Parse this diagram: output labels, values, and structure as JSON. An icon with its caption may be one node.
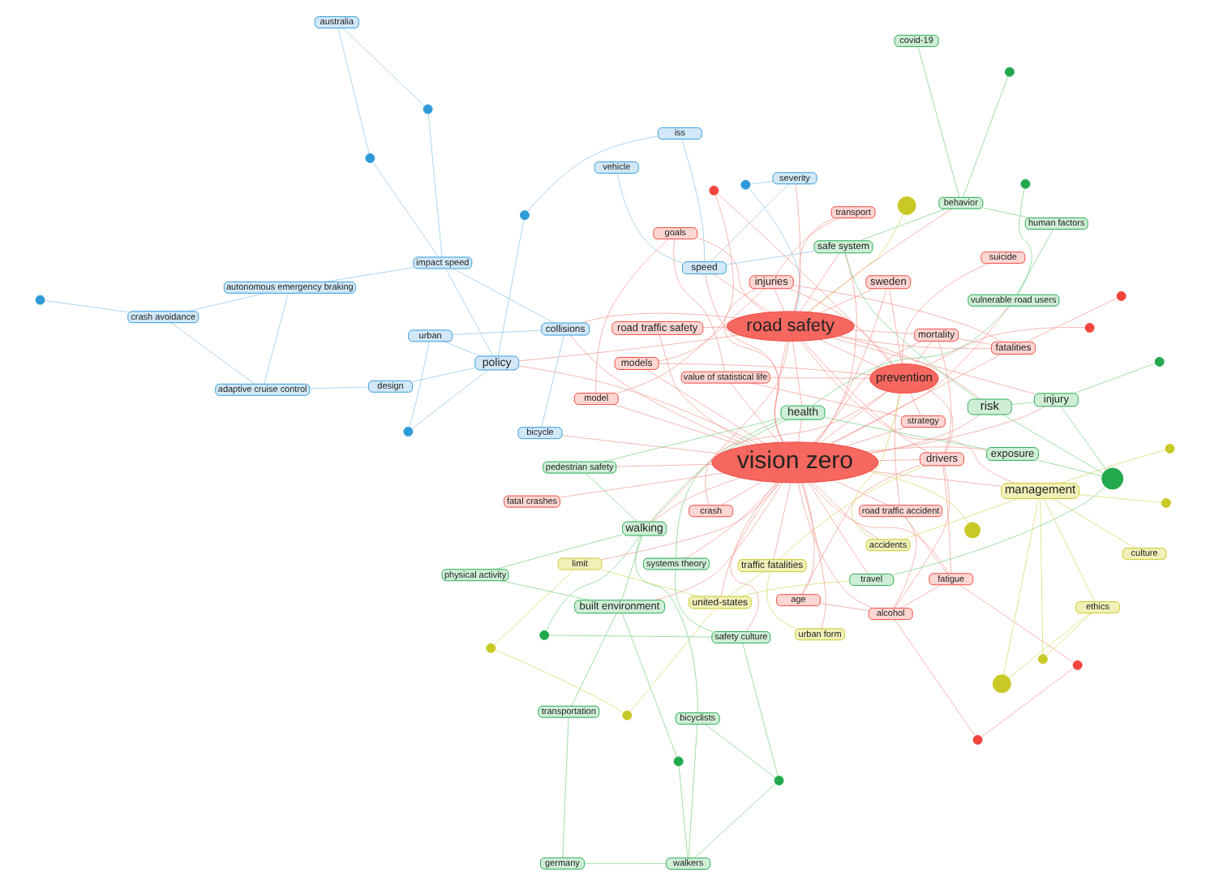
{
  "diagram": {
    "nodes": [
      {
        "text": [
          "fatal crashes"
        ]
      },
      {
        "text": [],
        "shape": "circle"
      },
      {
        "text": [
          "fatigue"
        ]
      },
      {
        "text": [
          "germany"
        ]
      },
      {
        "text": [
          "age"
        ]
      },
      {
        "text": [
          "alcohol"
        ]
      },
      {
        "text": [],
        "shape": "circle"
      },
      {
        "text": [
          "walkers"
        ]
      },
      {
        "text": [
          "transportation"
        ]
      },
      {
        "text": [
          "united-states"
        ]
      },
      {
        "text": [],
        "shape": "circle"
      },
      {
        "text": [],
        "shape": "circle"
      },
      {
        "text": [],
        "shape": "circle"
      },
      {
        "text": [
          "road traffic accident"
        ]
      },
      {
        "text": [
          "limit"
        ]
      },
      {
        "text": [
          "built environment"
        ]
      },
      {
        "text": [
          "safety culture"
        ]
      },
      {
        "text": [
          "bicyclists"
        ]
      },
      {
        "text": [],
        "shape": "circle"
      },
      {
        "text": [],
        "shape": "circle"
      },
      {
        "text": [
          "traffic fatalities"
        ]
      },
      {
        "text": [
          "physical activity"
        ]
      },
      {
        "text": [
          "systems theory"
        ]
      },
      {
        "text": [
          "walking"
        ]
      },
      {
        "text": [
          "travel"
        ]
      },
      {
        "text": [
          "drivers"
        ]
      },
      {
        "text": [
          "urban form"
        ]
      },
      {
        "text": [
          "pedestrian safety"
        ]
      },
      {
        "text": [],
        "shape": "circle"
      },
      {
        "text": [
          "vision zero"
        ]
      },
      {
        "text": [
          "exposure"
        ]
      },
      {
        "text": [],
        "shape": "circle"
      },
      {
        "text": [
          "health"
        ]
      },
      {
        "text": [],
        "shape": "circle"
      },
      {
        "text": [
          "road traffic safety"
        ]
      },
      {
        "text": [
          "ethics"
        ]
      },
      {
        "text": [
          "severity"
        ]
      },
      {
        "text": [],
        "shape": "circle"
      },
      {
        "text": [],
        "shape": "circle"
      },
      {
        "text": [],
        "shape": "circle"
      },
      {
        "text": [
          "road safety"
        ]
      },
      {
        "text": [
          "mortality"
        ]
      },
      {
        "text": [],
        "shape": "circle"
      },
      {
        "text": [],
        "shape": "circle"
      },
      {
        "text": [
          "vulnerable road users"
        ]
      },
      {
        "text": [
          "injury"
        ]
      },
      {
        "text": [
          "management"
        ]
      },
      {
        "text": [],
        "shape": "circle"
      },
      {
        "text": [],
        "shape": "circle"
      },
      {
        "text": [
          "sweden"
        ]
      },
      {
        "text": [
          "vehicle"
        ]
      },
      {
        "text": [],
        "shape": "circle"
      },
      {
        "text": [
          "human factors"
        ]
      },
      {
        "text": [
          "fatalities"
        ]
      },
      {
        "text": [
          "risk"
        ]
      },
      {
        "text": [
          "speed"
        ]
      },
      {
        "text": [
          "culture"
        ]
      },
      {
        "text": [
          "injuries"
        ]
      },
      {
        "text": [
          "iss"
        ]
      },
      {
        "text": [
          "accidents"
        ]
      },
      {
        "text": [
          "transport"
        ]
      },
      {
        "text": [
          "models"
        ]
      },
      {
        "text": [],
        "shape": "circle"
      },
      {
        "text": [
          "behavior"
        ]
      },
      {
        "text": [],
        "shape": "circle"
      },
      {
        "text": [],
        "shape": "circle"
      },
      {
        "text": [
          "urban"
        ]
      },
      {
        "text": [
          "safe system"
        ]
      },
      {
        "text": [
          "model"
        ]
      },
      {
        "text": [
          "covid-19"
        ]
      },
      {
        "text": [],
        "shape": "circle"
      },
      {
        "text": [
          "suicide"
        ]
      },
      {
        "text": [
          "policy"
        ]
      },
      {
        "text": [],
        "shape": "circle"
      },
      {
        "text": [
          "prevention"
        ]
      },
      {
        "text": [
          "crash"
        ]
      },
      {
        "text": [
          "design"
        ]
      },
      {
        "text": [
          "bicycle"
        ]
      },
      {
        "text": [
          "goals"
        ]
      },
      {
        "text": [
          "strategy"
        ]
      },
      {
        "text": [
          "collisions"
        ]
      },
      {
        "text": [
          "impact speed"
        ]
      },
      {
        "text": [],
        "shape": "circle"
      },
      {
        "text": [
          "adaptive cruise control"
        ]
      },
      {
        "text": [],
        "shape": "circle"
      },
      {
        "text": [
          "australia"
        ]
      },
      {
        "text": [
          "value of statistical life"
        ]
      },
      {
        "text": [
          "autonomous emergency braking"
        ]
      },
      {
        "text": [
          "crash avoidance"
        ]
      },
      {
        "text": [],
        "shape": "circle"
      }
    ],
    "edges": [
      {
        "from": 29,
        "to": 0,
        "arrow": "none"
      },
      {
        "from": 29,
        "to": 2,
        "arrow": "none"
      },
      {
        "from": 29,
        "to": 4,
        "arrow": "none"
      },
      {
        "from": 29,
        "to": 5,
        "arrow": "none"
      },
      {
        "from": 29,
        "to": 13,
        "arrow": "none"
      },
      {
        "from": 29,
        "to": 25,
        "arrow": "none"
      },
      {
        "from": 29,
        "to": 20,
        "arrow": "none"
      },
      {
        "from": 29,
        "to": 9,
        "arrow": "none"
      },
      {
        "from": 29,
        "to": 14,
        "arrow": "none"
      },
      {
        "from": 29,
        "to": 26,
        "arrow": "none"
      },
      {
        "from": 29,
        "to": 34,
        "arrow": "none"
      },
      {
        "from": 29,
        "to": 46,
        "arrow": "none"
      },
      {
        "from": 29,
        "to": 41,
        "arrow": "none"
      },
      {
        "from": 29,
        "to": 49,
        "arrow": "none"
      },
      {
        "from": 29,
        "to": 53,
        "arrow": "none"
      },
      {
        "from": 29,
        "to": 57,
        "arrow": "none"
      },
      {
        "from": 29,
        "to": 61,
        "arrow": "none"
      },
      {
        "from": 29,
        "to": 74,
        "arrow": "none"
      },
      {
        "from": 29,
        "to": 75,
        "arrow": "none"
      },
      {
        "from": 29,
        "to": 79,
        "arrow": "none"
      },
      {
        "from": 29,
        "to": 86,
        "arrow": "none"
      },
      {
        "from": 29,
        "to": 23,
        "arrow": "none"
      },
      {
        "from": 29,
        "to": 32,
        "arrow": "none"
      },
      {
        "from": 29,
        "to": 30,
        "arrow": "none"
      },
      {
        "from": 29,
        "to": 15,
        "arrow": "none"
      },
      {
        "from": 29,
        "to": 27,
        "arrow": "none"
      },
      {
        "from": 29,
        "to": 45,
        "arrow": "none"
      },
      {
        "from": 29,
        "to": 54,
        "arrow": "none"
      },
      {
        "from": 29,
        "to": 55,
        "arrow": "none"
      },
      {
        "from": 29,
        "to": 67,
        "arrow": "none"
      },
      {
        "from": 29,
        "to": 72,
        "arrow": "none"
      },
      {
        "from": 29,
        "to": 80,
        "arrow": "none"
      },
      {
        "from": 29,
        "to": 77,
        "arrow": "none"
      },
      {
        "from": 29,
        "to": 44,
        "arrow": "none"
      },
      {
        "from": 29,
        "to": 16,
        "arrow": "none"
      },
      {
        "from": 29,
        "to": 22,
        "arrow": "none"
      },
      {
        "from": 29,
        "to": 40,
        "arrow": "none"
      },
      {
        "from": 29,
        "to": 59,
        "arrow": "none"
      },
      {
        "from": 29,
        "to": 68,
        "arrow": "none"
      },
      {
        "from": 29,
        "to": 24,
        "arrow": "none"
      },
      {
        "from": 40,
        "to": 25,
        "arrow": "none"
      },
      {
        "from": 40,
        "to": 53,
        "arrow": "none"
      },
      {
        "from": 40,
        "to": 57,
        "arrow": "none"
      },
      {
        "from": 40,
        "to": 74,
        "arrow": "none"
      },
      {
        "from": 40,
        "to": 54,
        "arrow": "none"
      },
      {
        "from": 40,
        "to": 45,
        "arrow": "none"
      },
      {
        "from": 40,
        "to": 32,
        "arrow": "none"
      },
      {
        "from": 40,
        "to": 23,
        "arrow": "none"
      },
      {
        "from": 40,
        "to": 72,
        "arrow": "none"
      },
      {
        "from": 40,
        "to": 67,
        "arrow": "none"
      },
      {
        "from": 40,
        "to": 55,
        "arrow": "none"
      },
      {
        "from": 40,
        "to": 80,
        "arrow": "none"
      },
      {
        "from": 40,
        "to": 34,
        "arrow": "none"
      },
      {
        "from": 40,
        "to": 46,
        "arrow": "none"
      },
      {
        "from": 40,
        "to": 41,
        "arrow": "none"
      },
      {
        "from": 40,
        "to": 49,
        "arrow": "none"
      },
      {
        "from": 40,
        "to": 60,
        "arrow": "none"
      },
      {
        "from": 40,
        "to": 78,
        "arrow": "none"
      },
      {
        "from": 40,
        "to": 36,
        "arrow": "none"
      },
      {
        "from": 40,
        "to": 63,
        "arrow": "none"
      },
      {
        "from": 1,
        "to": 2,
        "arrow": "none"
      },
      {
        "from": 2,
        "to": 5,
        "arrow": "none"
      },
      {
        "from": 5,
        "to": 6,
        "arrow": "none"
      },
      {
        "from": 1,
        "to": 6,
        "arrow": "none"
      },
      {
        "from": 4,
        "to": 5,
        "arrow": "none"
      },
      {
        "from": 2,
        "to": 13,
        "arrow": "none"
      },
      {
        "from": 5,
        "to": 13,
        "arrow": "none"
      },
      {
        "from": 4,
        "to": 25,
        "arrow": "none"
      },
      {
        "from": 5,
        "to": 25,
        "arrow": "none"
      },
      {
        "from": 2,
        "to": 25,
        "arrow": "none"
      },
      {
        "from": 25,
        "to": 41,
        "arrow": "none"
      },
      {
        "from": 25,
        "to": 74,
        "arrow": "none"
      },
      {
        "from": 41,
        "to": 74,
        "arrow": "none"
      },
      {
        "from": 49,
        "to": 74,
        "arrow": "none"
      },
      {
        "from": 61,
        "to": 74,
        "arrow": "none"
      },
      {
        "from": 62,
        "to": 74,
        "arrow": "none"
      },
      {
        "from": 71,
        "to": 74,
        "arrow": "none"
      },
      {
        "from": 74,
        "to": 79,
        "arrow": "none"
      },
      {
        "from": 74,
        "to": 86,
        "arrow": "none"
      },
      {
        "from": 79,
        "to": 86,
        "arrow": "none"
      },
      {
        "from": 75,
        "to": 74,
        "arrow": "none"
      },
      {
        "from": 78,
        "to": 86,
        "arrow": "none"
      },
      {
        "from": 57,
        "to": 74,
        "arrow": "none"
      },
      {
        "from": 57,
        "to": 53,
        "arrow": "none"
      },
      {
        "from": 53,
        "to": 41,
        "arrow": "none"
      },
      {
        "from": 60,
        "to": 57,
        "arrow": "none"
      },
      {
        "from": 68,
        "to": 57,
        "arrow": "none"
      },
      {
        "from": 70,
        "to": 74,
        "arrow": "none"
      },
      {
        "from": 13,
        "to": 74,
        "arrow": "none"
      },
      {
        "from": 51,
        "to": 53,
        "arrow": "none"
      },
      {
        "from": 61,
        "to": 62,
        "arrow": "none"
      },
      {
        "from": 68,
        "to": 78,
        "arrow": "none"
      },
      {
        "from": 9,
        "to": 14,
        "arrow": "none",
        "color": "#d4d65c"
      },
      {
        "from": 9,
        "to": 10,
        "arrow": "none",
        "color": "#d4d65c"
      },
      {
        "from": 10,
        "to": 18,
        "arrow": "none",
        "color": "#d4d65c"
      },
      {
        "from": 14,
        "to": 18,
        "arrow": "none",
        "color": "#d4d65c"
      },
      {
        "from": 9,
        "to": 20,
        "arrow": "none",
        "color": "#d4d65c"
      },
      {
        "from": 20,
        "to": 26,
        "arrow": "none",
        "color": "#d4d65c"
      },
      {
        "from": 33,
        "to": 46,
        "arrow": "none",
        "color": "#d4d65c"
      },
      {
        "from": 33,
        "to": 35,
        "arrow": "none",
        "color": "#d4d65c"
      },
      {
        "from": 46,
        "to": 35,
        "arrow": "none",
        "color": "#d4d65c"
      },
      {
        "from": 46,
        "to": 38,
        "arrow": "none",
        "color": "#d4d65c"
      },
      {
        "from": 46,
        "to": 47,
        "arrow": "none",
        "color": "#d4d65c"
      },
      {
        "from": 46,
        "to": 48,
        "arrow": "none",
        "color": "#d4d65c"
      },
      {
        "from": 46,
        "to": 56,
        "arrow": "none",
        "color": "#d4d65c"
      },
      {
        "from": 46,
        "to": 59,
        "arrow": "none",
        "color": "#d4d65c"
      },
      {
        "from": 35,
        "to": 38,
        "arrow": "none",
        "color": "#d4d65c"
      },
      {
        "from": 59,
        "to": 74,
        "arrow": "none",
        "color": "#d4d65c"
      },
      {
        "from": 20,
        "to": 25,
        "arrow": "none",
        "color": "#d4d65c"
      },
      {
        "from": 31,
        "to": 29,
        "arrow": "none",
        "color": "#d4d65c"
      },
      {
        "from": 37,
        "to": 40,
        "arrow": "none",
        "color": "#d4d65c"
      },
      {
        "from": 9,
        "to": 24,
        "arrow": "none",
        "color": "#d4d65c"
      },
      {
        "from": 7,
        "to": 3,
        "arrow": "none",
        "color": "#6fcf7f"
      },
      {
        "from": 7,
        "to": 11,
        "arrow": "none",
        "color": "#6fcf7f"
      },
      {
        "from": 7,
        "to": 17,
        "arrow": "none",
        "color": "#6fcf7f"
      },
      {
        "from": 3,
        "to": 8,
        "arrow": "none",
        "color": "#6fcf7f"
      },
      {
        "from": 8,
        "to": 15,
        "arrow": "none",
        "color": "#6fcf7f"
      },
      {
        "from": 11,
        "to": 15,
        "arrow": "none",
        "color": "#6fcf7f"
      },
      {
        "from": 15,
        "to": 23,
        "arrow": "none",
        "color": "#6fcf7f"
      },
      {
        "from": 23,
        "to": 17,
        "arrow": "none",
        "color": "#6fcf7f"
      },
      {
        "from": 23,
        "to": 27,
        "arrow": "none",
        "color": "#6fcf7f"
      },
      {
        "from": 23,
        "to": 32,
        "arrow": "none",
        "color": "#6fcf7f"
      },
      {
        "from": 32,
        "to": 27,
        "arrow": "none",
        "color": "#6fcf7f"
      },
      {
        "from": 32,
        "to": 30,
        "arrow": "none",
        "color": "#6fcf7f"
      },
      {
        "from": 30,
        "to": 28,
        "arrow": "none",
        "color": "#6fcf7f"
      },
      {
        "from": 28,
        "to": 45,
        "arrow": "none",
        "color": "#6fcf7f"
      },
      {
        "from": 21,
        "to": 15,
        "arrow": "none",
        "color": "#6fcf7f"
      },
      {
        "from": 21,
        "to": 23,
        "arrow": "none",
        "color": "#6fcf7f"
      },
      {
        "from": 24,
        "to": 28,
        "arrow": "none",
        "color": "#6fcf7f"
      },
      {
        "from": 16,
        "to": 12,
        "arrow": "none",
        "color": "#6fcf7f"
      },
      {
        "from": 16,
        "to": 19,
        "arrow": "none",
        "color": "#6fcf7f"
      },
      {
        "from": 16,
        "to": 22,
        "arrow": "none",
        "color": "#6fcf7f"
      },
      {
        "from": 12,
        "to": 17,
        "arrow": "none",
        "color": "#6fcf7f"
      },
      {
        "from": 22,
        "to": 32,
        "arrow": "none",
        "color": "#6fcf7f"
      },
      {
        "from": 19,
        "to": 23,
        "arrow": "none",
        "color": "#6fcf7f"
      },
      {
        "from": 44,
        "to": 32,
        "arrow": "none",
        "color": "#6fcf7f"
      },
      {
        "from": 44,
        "to": 42,
        "arrow": "none",
        "color": "#6fcf7f"
      },
      {
        "from": 43,
        "to": 45,
        "arrow": "none",
        "color": "#6fcf7f"
      },
      {
        "from": 52,
        "to": 44,
        "arrow": "none",
        "color": "#6fcf7f"
      },
      {
        "from": 52,
        "to": 63,
        "arrow": "none",
        "color": "#6fcf7f"
      },
      {
        "from": 63,
        "to": 64,
        "arrow": "none",
        "color": "#6fcf7f"
      },
      {
        "from": 63,
        "to": 69,
        "arrow": "none",
        "color": "#6fcf7f"
      },
      {
        "from": 63,
        "to": 67,
        "arrow": "none",
        "color": "#6fcf7f"
      },
      {
        "from": 67,
        "to": 54,
        "arrow": "none",
        "color": "#6fcf7f"
      },
      {
        "from": 54,
        "to": 28,
        "arrow": "none",
        "color": "#6fcf7f"
      },
      {
        "from": 45,
        "to": 54,
        "arrow": "none",
        "color": "#6fcf7f"
      },
      {
        "from": 12,
        "to": 7,
        "arrow": "none",
        "color": "#6fcf7f"
      },
      {
        "from": 36,
        "to": 55,
        "arrow": "none",
        "color": "#86bfe8"
      },
      {
        "from": 36,
        "to": 39,
        "arrow": "none",
        "color": "#86bfe8"
      },
      {
        "from": 39,
        "to": 40,
        "arrow": "none",
        "color": "#86bfe8"
      },
      {
        "from": 50,
        "to": 55,
        "arrow": "none",
        "color": "#86bfe8"
      },
      {
        "from": 55,
        "to": 58,
        "arrow": "none",
        "color": "#86bfe8"
      },
      {
        "from": 58,
        "to": 65,
        "arrow": "none",
        "color": "#86bfe8"
      },
      {
        "from": 65,
        "to": 72,
        "arrow": "none",
        "color": "#86bfe8"
      },
      {
        "from": 72,
        "to": 73,
        "arrow": "none",
        "color": "#86bfe8"
      },
      {
        "from": 72,
        "to": 76,
        "arrow": "none",
        "color": "#86bfe8"
      },
      {
        "from": 72,
        "to": 66,
        "arrow": "none",
        "color": "#86bfe8"
      },
      {
        "from": 66,
        "to": 73,
        "arrow": "none",
        "color": "#86bfe8"
      },
      {
        "from": 76,
        "to": 83,
        "arrow": "none",
        "color": "#86bfe8"
      },
      {
        "from": 83,
        "to": 87,
        "arrow": "none",
        "color": "#86bfe8"
      },
      {
        "from": 87,
        "to": 88,
        "arrow": "none",
        "color": "#86bfe8"
      },
      {
        "from": 88,
        "to": 89,
        "arrow": "none",
        "color": "#86bfe8"
      },
      {
        "from": 83,
        "to": 88,
        "arrow": "none",
        "color": "#86bfe8"
      },
      {
        "from": 81,
        "to": 72,
        "arrow": "none",
        "color": "#86bfe8"
      },
      {
        "from": 81,
        "to": 84,
        "arrow": "none",
        "color": "#86bfe8"
      },
      {
        "from": 81,
        "to": 82,
        "arrow": "none",
        "color": "#86bfe8"
      },
      {
        "from": 82,
        "to": 85,
        "arrow": "none",
        "color": "#86bfe8"
      },
      {
        "from": 84,
        "to": 85,
        "arrow": "none",
        "color": "#86bfe8"
      },
      {
        "from": 77,
        "to": 80,
        "arrow": "none",
        "color": "#86bfe8"
      },
      {
        "from": 80,
        "to": 66,
        "arrow": "none",
        "color": "#86bfe8"
      },
      {
        "from": 81,
        "to": 80,
        "arrow": "none",
        "color": "#86bfe8"
      },
      {
        "from": 87,
        "to": 81,
        "arrow": "none",
        "color": "#86bfe8"
      },
      {
        "from": 55,
        "to": 67,
        "arrow": "none",
        "color": "#86bfe8"
      }
    ]
  }
}
